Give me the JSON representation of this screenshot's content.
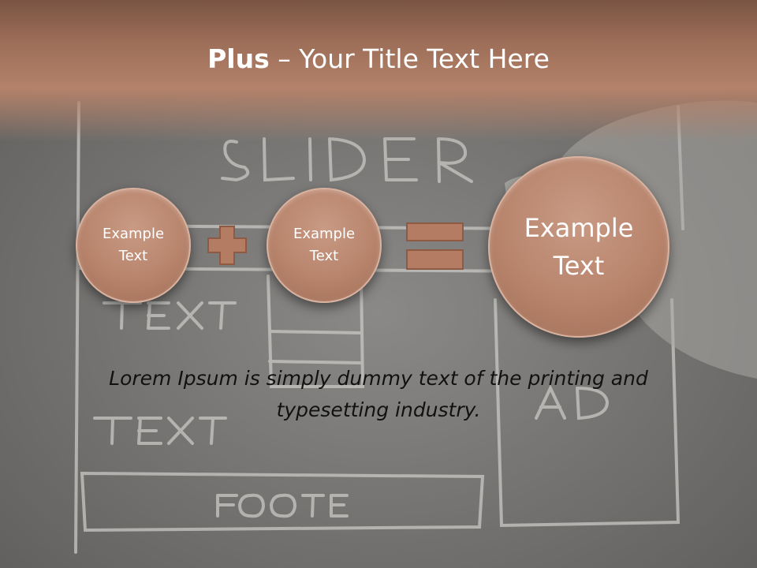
{
  "title": {
    "bold": "Plus",
    "rest": " – Your Title Text Here"
  },
  "circles": [
    {
      "text": "Example Text"
    },
    {
      "text": "Example Text"
    },
    {
      "text": "Example Text"
    }
  ],
  "operators": {
    "plus": "plus-sign",
    "equals": "equals-sign"
  },
  "body_text": "Lorem Ipsum is simply dummy text of the printing and typesetting industry.",
  "colors": {
    "accent": "#b8846c",
    "band": "#9d6e58",
    "background": "#6f6e6c"
  }
}
